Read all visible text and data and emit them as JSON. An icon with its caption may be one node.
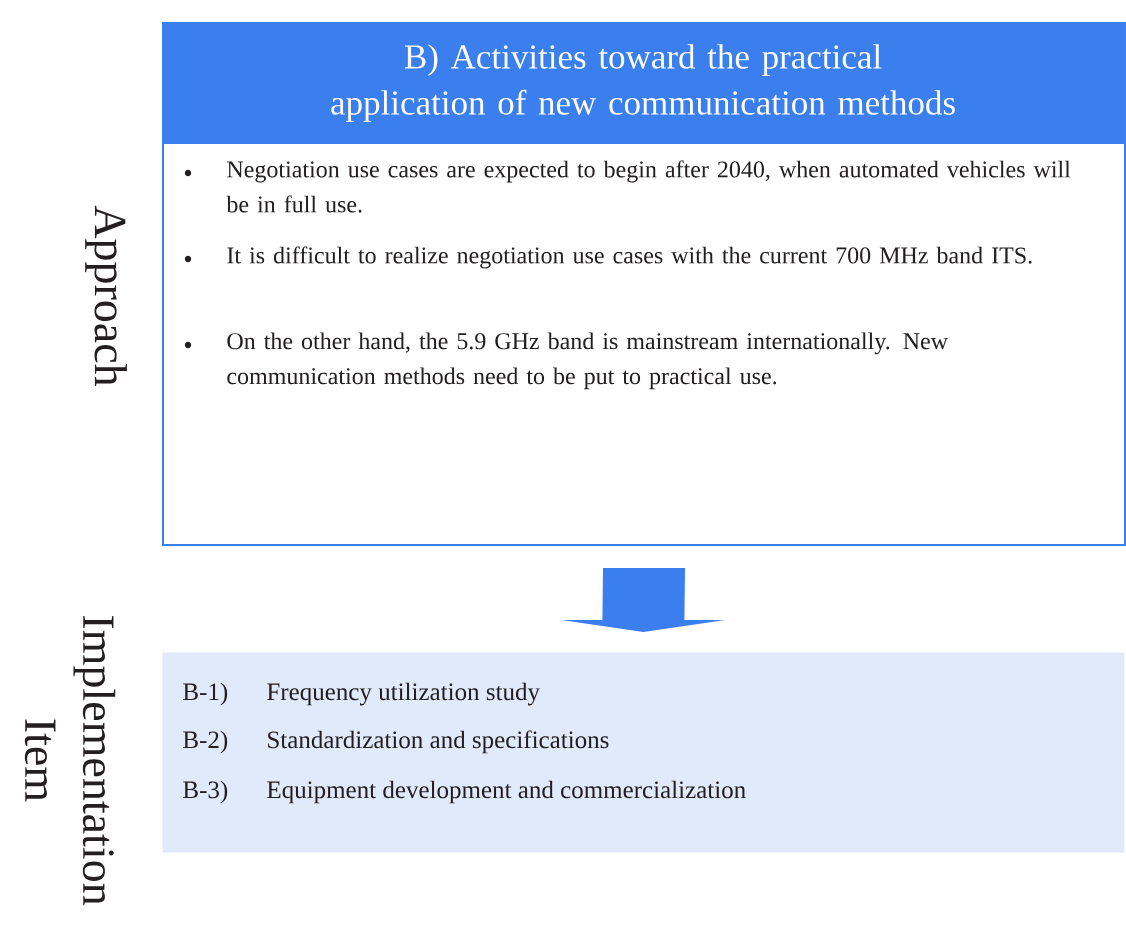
{
  "diagram": {
    "nodes": [
      {
        "text": [
          "B) Activities toward the practical application of new communication methods",
          "Negotiation use cases are expected to begin after 2040, when automated vehicles will be in full use.",
          "It is difficult to realize negotiation use cases with the current 700 MHz band ITS.",
          "On the other hand, the 5.9 GHz band is mainstream internationally. New communication methods need to be put to practical use."
        ]
      },
      {
        "text": [
          "B-1)",
          "Frequency utilization study",
          "B-2)",
          "Standardization and specifications",
          "B-3)",
          "Equipment development and commercialization"
        ]
      }
    ],
    "edges": [
      {
        "from": 0,
        "to": 1,
        "arrow": "to"
      }
    ],
    "labels": [
      "Approach",
      "Implementation Item"
    ]
  }
}
